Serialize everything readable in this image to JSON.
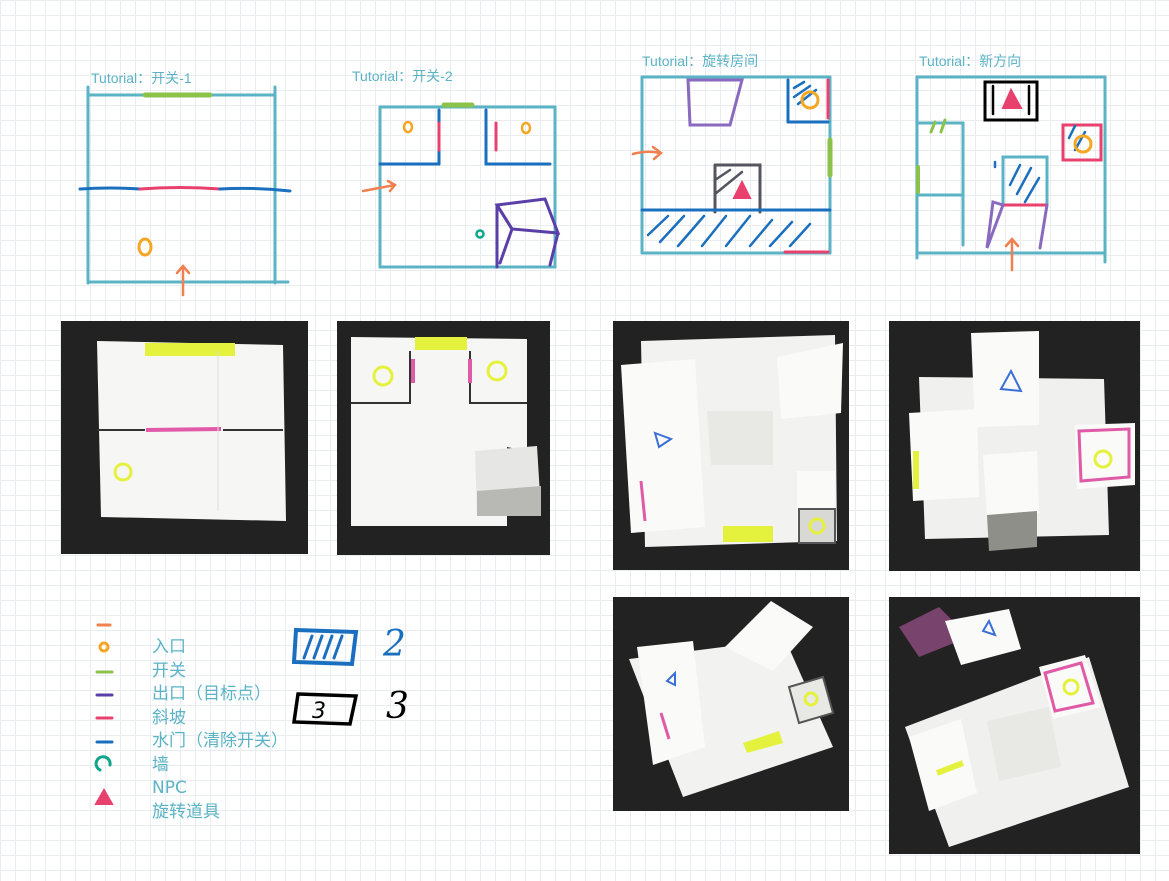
{
  "sketches": [
    {
      "title": "Tutorial：开关-1"
    },
    {
      "title": "Tutorial：开关-2"
    },
    {
      "title": "Tutorial：旋转房间"
    },
    {
      "title": "Tutorial：新方向"
    }
  ],
  "legend": {
    "items": [
      "入口",
      "开关",
      "出口（目标点）",
      "斜坡",
      "水门（清除开关）",
      "墙",
      "NPC",
      "旋转道具"
    ],
    "key_numbers": [
      "2",
      "3"
    ],
    "key_box_label": "3"
  },
  "colors": {
    "wall": "#5bb3c6",
    "entrance": "#f08050",
    "switch": "#8bc34a",
    "exit": "#f5a623",
    "ramp": "#e8416d",
    "water_gate": "#1a6fbf",
    "npc": "#e8416d",
    "rotate_prop": "#5b3fa8",
    "block": "#0fa58a"
  }
}
